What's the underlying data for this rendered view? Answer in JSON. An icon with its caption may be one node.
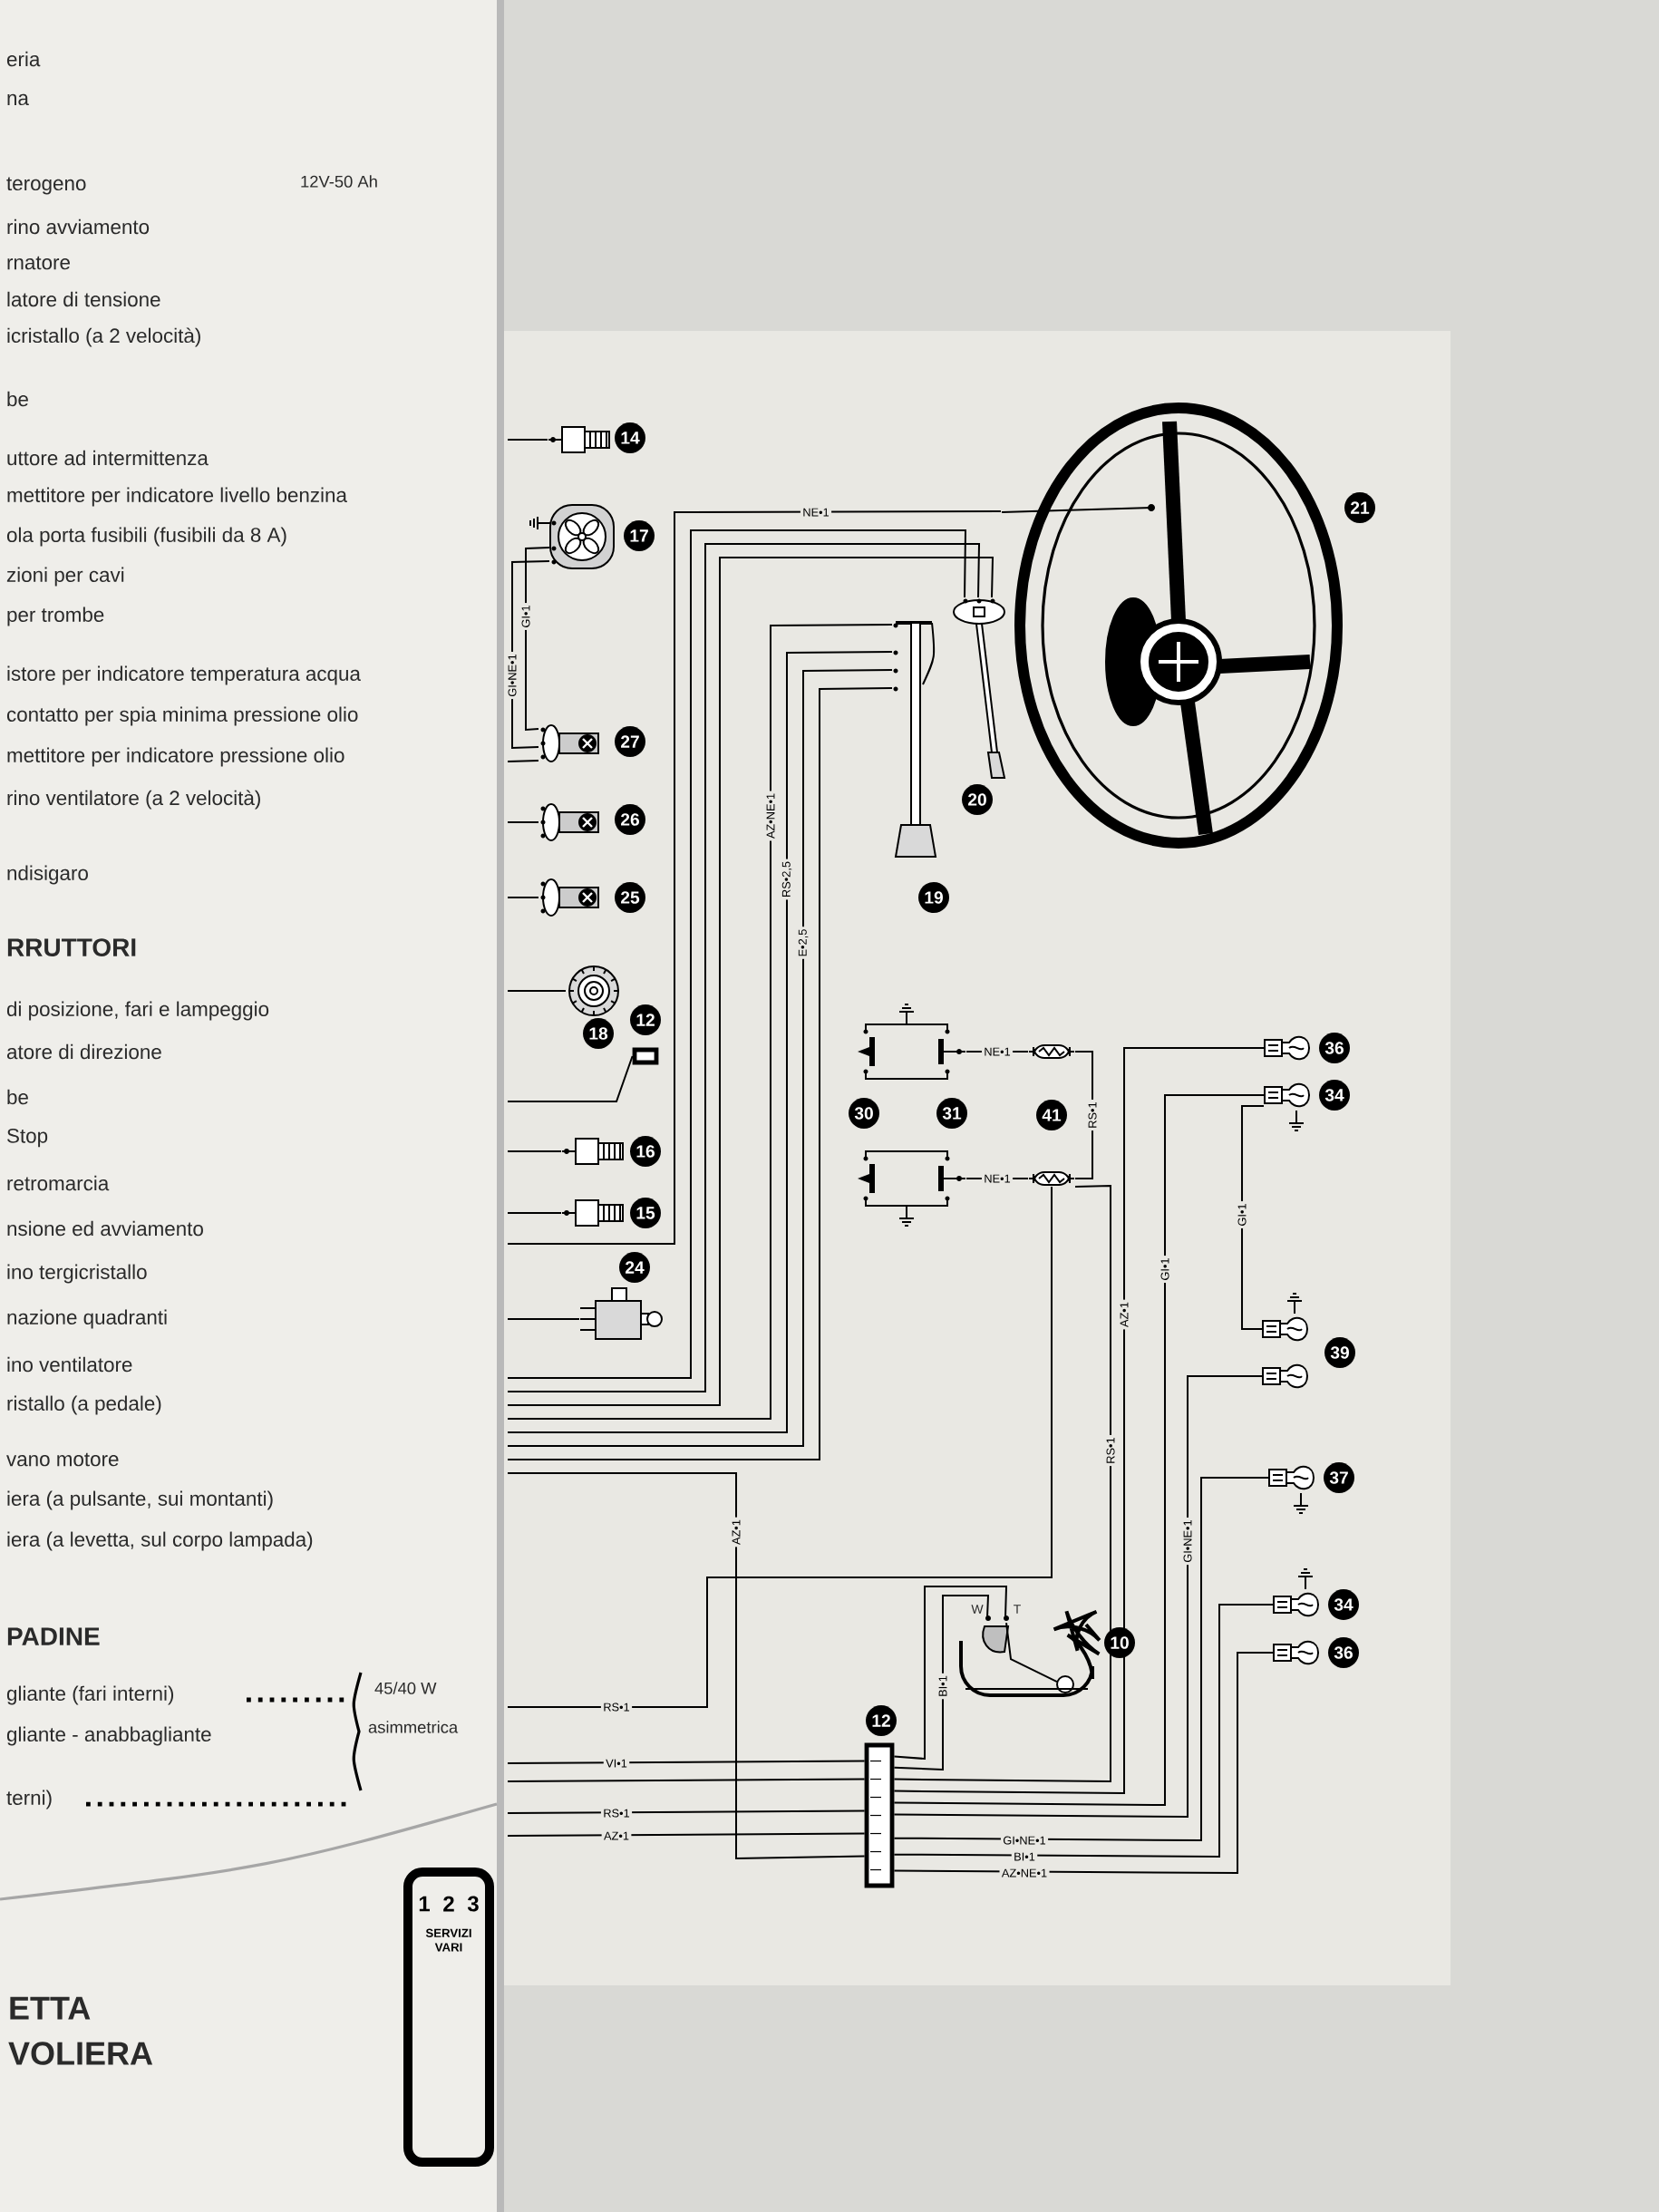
{
  "diagram": {
    "nodes": [
      {
        "text": [],
        "shape": "picture",
        "beside": [
          "14"
        ]
      },
      {
        "text": [],
        "shape": "picture",
        "beside": [
          "17"
        ]
      },
      {
        "text": [],
        "shape": "picture",
        "beside": [
          "27"
        ]
      },
      {
        "text": [],
        "shape": "picture",
        "beside": [
          "26"
        ]
      },
      {
        "text": [],
        "shape": "picture",
        "beside": [
          "25"
        ]
      },
      {
        "text": [],
        "shape": "picture",
        "beside": [
          "18"
        ]
      },
      {
        "text": [],
        "shape": "box",
        "beside": [
          "12"
        ]
      },
      {
        "text": [],
        "shape": "picture",
        "beside": [
          "16"
        ]
      },
      {
        "text": [],
        "shape": "picture",
        "beside": [
          "15"
        ]
      },
      {
        "text": [],
        "shape": "picture",
        "beside": [
          "24"
        ]
      },
      {
        "text": [],
        "shape": "picture",
        "beside": [
          "19"
        ]
      },
      {
        "text": [],
        "shape": "picture",
        "beside": [
          "20"
        ]
      },
      {
        "text": [],
        "shape": "picture",
        "beside": [
          "21"
        ]
      },
      {
        "text": [],
        "shape": "picture",
        "beside": [
          "30",
          "31"
        ]
      },
      {
        "text": [],
        "shape": "picture"
      },
      {
        "text": [],
        "shape": "picture",
        "beside": [
          "41"
        ]
      },
      {
        "text": [],
        "shape": "picture"
      },
      {
        "text": [],
        "shape": "picture",
        "beside": [
          "36"
        ]
      },
      {
        "text": [],
        "shape": "picture",
        "beside": [
          "34"
        ]
      },
      {
        "text": [],
        "shape": "picture",
        "beside": [
          "39"
        ]
      },
      {
        "text": [],
        "shape": "picture"
      },
      {
        "text": [],
        "shape": "picture",
        "beside": [
          "37"
        ]
      },
      {
        "text": [],
        "shape": "picture",
        "beside": [
          "34"
        ]
      },
      {
        "text": [],
        "shape": "picture",
        "beside": [
          "36"
        ]
      },
      {
        "text": [],
        "shape": "picture",
        "beside": [
          "10"
        ]
      },
      {
        "text": [],
        "shape": "box",
        "beside": [
          "12"
        ]
      },
      {
        "text": [
          "1",
          "2",
          "3",
          "SERVIZI VARI"
        ]
      }
    ],
    "edges": [
      {
        "from": 0,
        "to": null,
        "arrow": "none"
      },
      {
        "from": 1,
        "to": 2,
        "arrow": "none",
        "label": "GI•1"
      },
      {
        "from": 1,
        "to": 2,
        "arrow": "none",
        "label": "GI•NE•1"
      },
      {
        "from": 2,
        "to": null,
        "arrow": "none"
      },
      {
        "from": 3,
        "to": null,
        "arrow": "none"
      },
      {
        "from": 4,
        "to": null,
        "arrow": "none"
      },
      {
        "from": 5,
        "to": null,
        "arrow": "none"
      },
      {
        "from": 6,
        "to": null,
        "arrow": "none"
      },
      {
        "from": 7,
        "to": null,
        "arrow": "none"
      },
      {
        "from": 8,
        "to": null,
        "arrow": "none"
      },
      {
        "from": 9,
        "to": null,
        "arrow": "none"
      },
      {
        "from": 12,
        "to": null,
        "arrow": "none",
        "label": "NE•1"
      },
      {
        "from": 11,
        "to": null,
        "arrow": "none"
      },
      {
        "from": 11,
        "to": null,
        "arrow": "none"
      },
      {
        "from": 11,
        "to": null,
        "arrow": "none"
      },
      {
        "from": 10,
        "to": null,
        "arrow": "none",
        "label": "AZ•NE•1"
      },
      {
        "from": 10,
        "to": null,
        "arrow": "none",
        "label": "RS•2,5"
      },
      {
        "from": 10,
        "to": null,
        "arrow": "none",
        "label": "E•2,5"
      },
      {
        "from": 10,
        "to": null,
        "arrow": "none"
      },
      {
        "from": 13,
        "to": 15,
        "arrow": "none",
        "label": "NE•1"
      },
      {
        "from": 14,
        "to": 16,
        "arrow": "none",
        "label": "NE•1"
      },
      {
        "from": 15,
        "to": 16,
        "arrow": "none",
        "label": "RS•1"
      },
      {
        "from": 16,
        "to": 25,
        "arrow": "none",
        "label": "RS•1"
      },
      {
        "from": 17,
        "to": 25,
        "arrow": "none",
        "label": "AZ•1"
      },
      {
        "from": 18,
        "to": 25,
        "arrow": "none",
        "label": "GI•1"
      },
      {
        "from": 18,
        "to": 19,
        "arrow": "none",
        "label": "GI•1"
      },
      {
        "from": 20,
        "to": 25,
        "arrow": "none",
        "label": "GI•NE•1"
      },
      {
        "from": 21,
        "to": 25,
        "arrow": "none",
        "label": "GI•NE•1"
      },
      {
        "from": 22,
        "to": 25,
        "arrow": "none",
        "label": "BI•1"
      },
      {
        "from": 23,
        "to": 25,
        "arrow": "none",
        "label": "AZ•NE•1"
      },
      {
        "from": 24,
        "to": 25,
        "arrow": "none",
        "label": "BI•1"
      },
      {
        "from": 24,
        "to": 25,
        "arrow": "none"
      },
      {
        "from": 25,
        "to": null,
        "arrow": "none",
        "label": "VI•1"
      },
      {
        "from": 25,
        "to": null,
        "arrow": "none"
      },
      {
        "from": 25,
        "to": null,
        "arrow": "none",
        "label": "RS•1"
      },
      {
        "from": 25,
        "to": null,
        "arrow": "none",
        "label": "AZ•1"
      },
      {
        "from": null,
        "to": 25,
        "arrow": "none",
        "label": "AZ•1"
      },
      {
        "from": null,
        "to": 16,
        "arrow": "none",
        "label": "RS•1"
      }
    ],
    "labels": [
      "eria",
      "na",
      "terogeno",
      "12V-50 Ah",
      "rino avviamento",
      "rnatore",
      "latore di tensione",
      "icristallo (a 2 velocità)",
      "be",
      "uttore ad intermittenza",
      "mettitore per indicatore livello benzina",
      "ola porta fusibili (fusibili da 8 A)",
      "zioni per cavi",
      "per trombe",
      "istore per indicatore temperatura acqua",
      "contatto per spia minima pressione olio",
      "mettitore per indicatore pressione olio",
      "rino ventilatore (a 2 velocità)",
      "ndisigaro",
      "RRUTTORI",
      "di posizione, fari e lampeggio",
      "atore di direzione",
      "be",
      "Stop",
      "retromarcia",
      "nsione ed avviamento",
      "ino tergicristallo",
      "nazione quadranti",
      "ino ventilatore",
      "ristallo (a pedale)",
      "vano motore",
      "iera (a pulsante, sui montanti)",
      "iera (a levetta, sul corpo lampada)",
      "PADINE",
      "gliante (fari interni)",
      "45/40 W",
      "gliante - anabbagliante",
      "asimmetrica",
      "terni)",
      "W",
      "T",
      "ETTA",
      "VOLIERA"
    ]
  }
}
